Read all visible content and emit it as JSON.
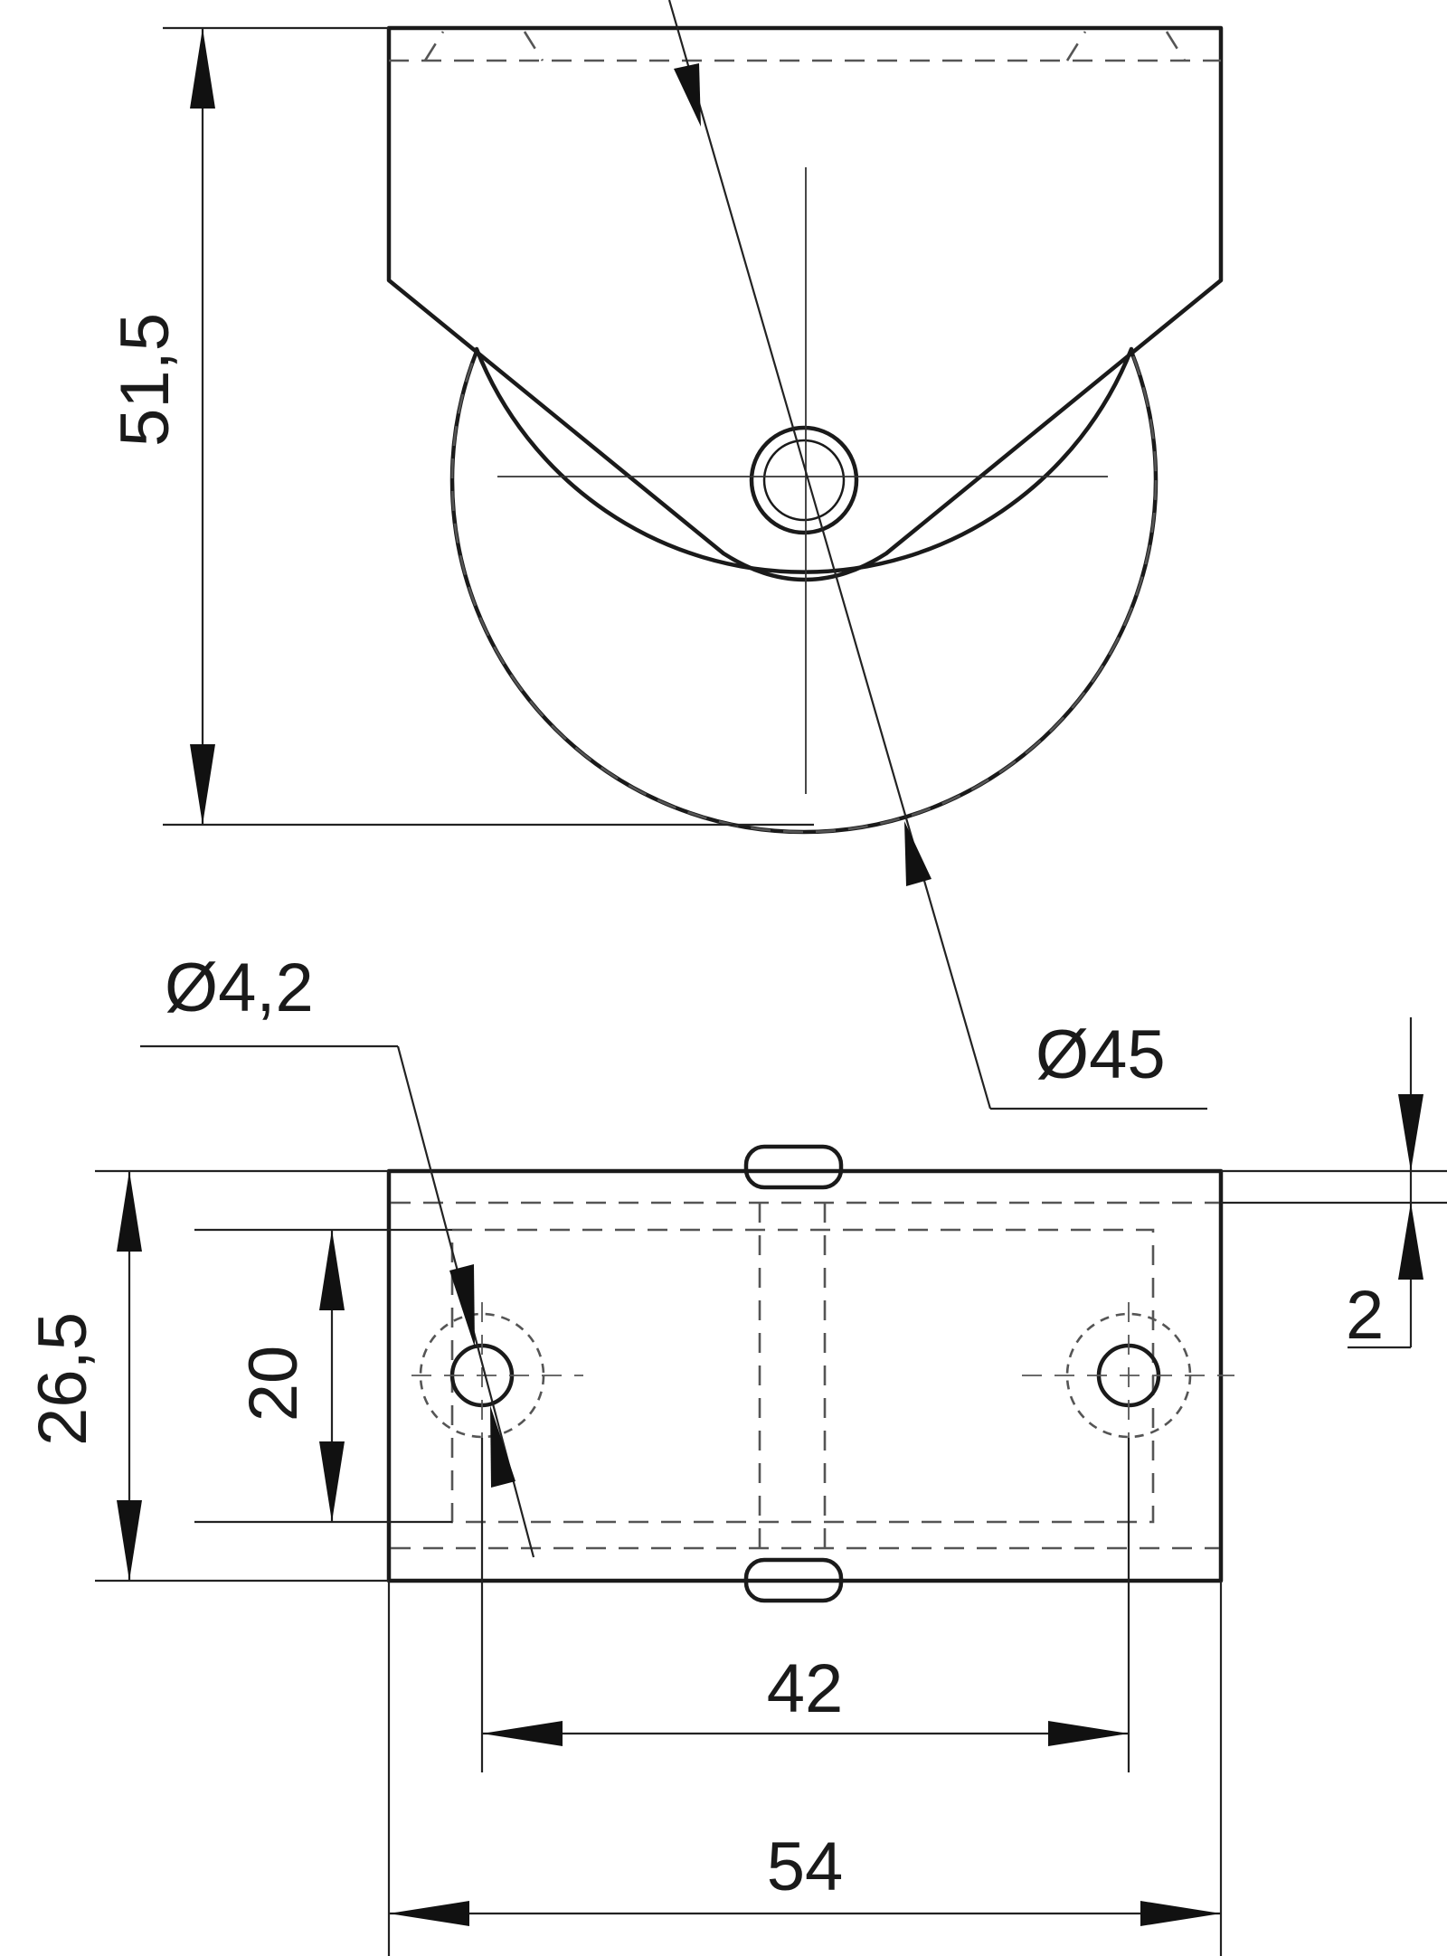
{
  "dimensions": {
    "height_total": "51,5",
    "wheel_diameter": "Ø45",
    "hole_diameter": "Ø4,2",
    "plate_width": "26,5",
    "hole_spacing_vertical": "20",
    "plate_thickness": "2",
    "hole_spacing_horizontal": "42",
    "plate_length": "54"
  }
}
